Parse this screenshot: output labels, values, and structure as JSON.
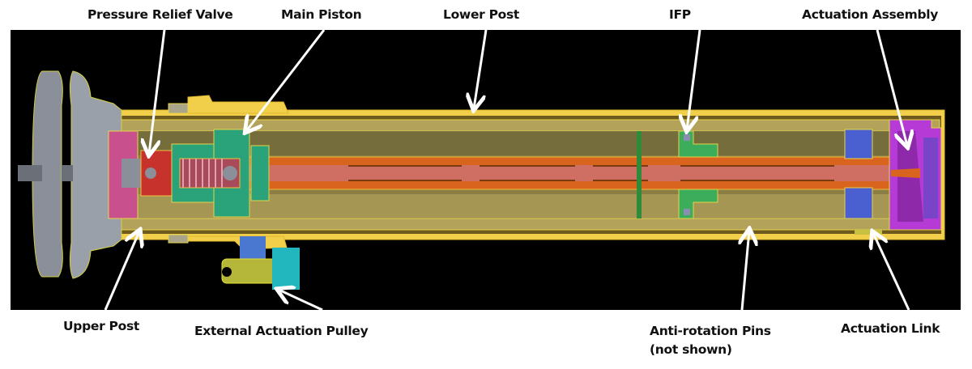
{
  "title": "Dropper seatpost cross-section",
  "labels": {
    "pressure_relief_valve": "Pressure Relief Valve",
    "main_piston": "Main Piston",
    "lower_post": "Lower Post",
    "ifp": "IFP",
    "actuation_assembly": "Actuation Assembly",
    "upper_post": "Upper Post",
    "external_actuation_pulley": "External Actuation Pulley",
    "anti_rotation_pins_line1": "Anti-rotation Pins",
    "anti_rotation_pins_line2": "(not shown)",
    "actuation_link": "Actuation Link"
  },
  "colors": {
    "background": "#000000",
    "outer_tube": "#f2cf4a",
    "tube_body": "#b3a35a",
    "tube_shadow": "#6f6a3a",
    "rod": "#d9641e",
    "rod_core": "#cf6f63",
    "head_gray": "#8a8f99",
    "seal_pink": "#c8508c",
    "valve_red": "#c8322d",
    "piston_teal": "#2aa37a",
    "ifp_green": "#3cad5a",
    "link_blue": "#4a5fd0",
    "assembly_purple": "#b53ad6",
    "pulley_cyan": "#22b6be",
    "pulley_olive": "#b5b73a",
    "arrow": "#ffffff"
  }
}
